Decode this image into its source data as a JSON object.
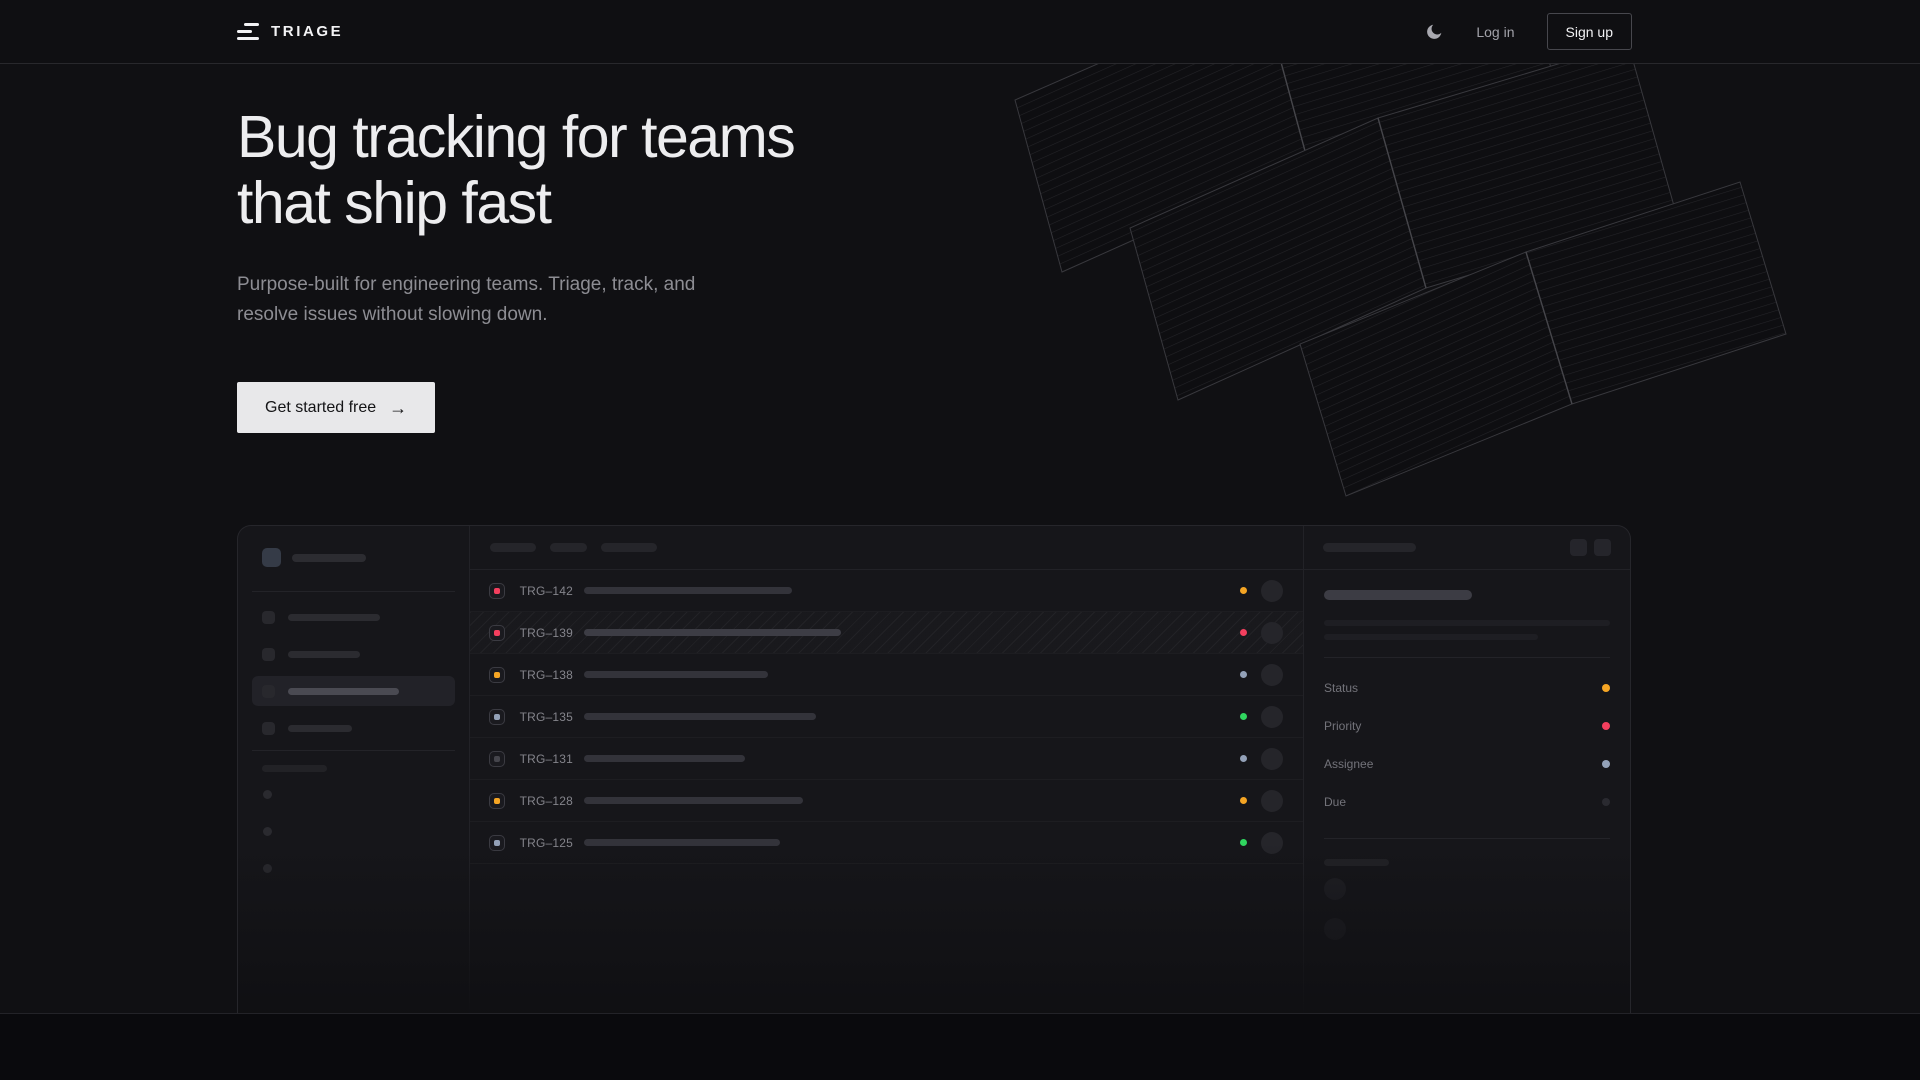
{
  "nav": {
    "brand": "TRIAGE",
    "login_label": "Log in",
    "signup_label": "Sign up"
  },
  "hero": {
    "title_line1": "Bug tracking for teams",
    "title_line2": "that ship fast",
    "subtitle": "Purpose-built for engineering teams. Triage, track, and resolve issues without slowing down.",
    "cta_label": "Get started free",
    "cta_arrow": "→"
  },
  "mockup": {
    "issues": [
      {
        "id": "TRG–142",
        "icon_color": "#f43f5e",
        "status_color": "#f5a524"
      },
      {
        "id": "TRG–139",
        "icon_color": "#f43f5e",
        "status_color": "#f43f5e",
        "selected": true
      },
      {
        "id": "TRG–138",
        "icon_color": "#f5a524",
        "status_color": "#93a1b8"
      },
      {
        "id": "TRG–135",
        "icon_color": "#93a1b8",
        "status_color": "#30d65f"
      },
      {
        "id": "TRG–131",
        "icon_color": "#45454c",
        "status_color": "#93a1b8"
      },
      {
        "id": "TRG–128",
        "icon_color": "#f5a524",
        "status_color": "#f5a524"
      },
      {
        "id": "TRG–125",
        "icon_color": "#93a1b8",
        "status_color": "#30d65f"
      }
    ],
    "detail_fields": [
      {
        "label": "Status",
        "dot_color": "#f5a524"
      },
      {
        "label": "Priority",
        "dot_color": "#f43f5e"
      },
      {
        "label": "Assignee",
        "dot_color": "#93a1b8"
      },
      {
        "label": "Due",
        "dot_color": "#2a2a30"
      }
    ]
  },
  "colors": {
    "accent_pink": "#f43f5e",
    "accent_orange": "#f5a524",
    "accent_green": "#30d65f",
    "accent_slate": "#93a1b8",
    "page_bg": "#101013",
    "card_bg": "#16161a"
  }
}
